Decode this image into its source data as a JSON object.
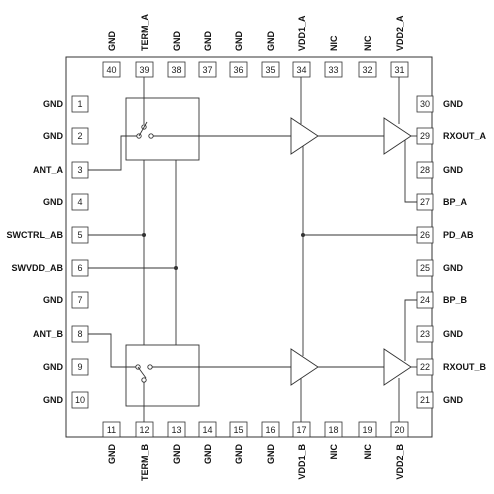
{
  "pins": {
    "top": [
      {
        "num": "40",
        "label": "GND"
      },
      {
        "num": "39",
        "label": "TERM_A"
      },
      {
        "num": "38",
        "label": "GND"
      },
      {
        "num": "37",
        "label": "GND"
      },
      {
        "num": "36",
        "label": "GND"
      },
      {
        "num": "35",
        "label": "GND"
      },
      {
        "num": "34",
        "label": "VDD1_A"
      },
      {
        "num": "33",
        "label": "NIC"
      },
      {
        "num": "32",
        "label": "NIC"
      },
      {
        "num": "31",
        "label": "VDD2_A"
      }
    ],
    "bottom": [
      {
        "num": "11",
        "label": "GND"
      },
      {
        "num": "12",
        "label": "TERM_B"
      },
      {
        "num": "13",
        "label": "GND"
      },
      {
        "num": "14",
        "label": "GND"
      },
      {
        "num": "15",
        "label": "GND"
      },
      {
        "num": "16",
        "label": "GND"
      },
      {
        "num": "17",
        "label": "VDD1_B"
      },
      {
        "num": "18",
        "label": "NIC"
      },
      {
        "num": "19",
        "label": "NIC"
      },
      {
        "num": "20",
        "label": "VDD2_B"
      }
    ],
    "left": [
      {
        "num": "1",
        "label": "GND"
      },
      {
        "num": "2",
        "label": "GND"
      },
      {
        "num": "3",
        "label": "ANT_A"
      },
      {
        "num": "4",
        "label": "GND"
      },
      {
        "num": "5",
        "label": "SWCTRL_AB"
      },
      {
        "num": "6",
        "label": "SWVDD_AB"
      },
      {
        "num": "7",
        "label": "GND"
      },
      {
        "num": "8",
        "label": "ANT_B"
      },
      {
        "num": "9",
        "label": "GND"
      },
      {
        "num": "10",
        "label": "GND"
      }
    ],
    "right": [
      {
        "num": "30",
        "label": "GND"
      },
      {
        "num": "29",
        "label": "RXOUT_A"
      },
      {
        "num": "28",
        "label": "GND"
      },
      {
        "num": "27",
        "label": "BP_A"
      },
      {
        "num": "26",
        "label": "PD_AB"
      },
      {
        "num": "25",
        "label": "GND"
      },
      {
        "num": "24",
        "label": "BP_B"
      },
      {
        "num": "23",
        "label": "GND"
      },
      {
        "num": "22",
        "label": "RXOUT_B"
      },
      {
        "num": "21",
        "label": "GND"
      }
    ]
  }
}
